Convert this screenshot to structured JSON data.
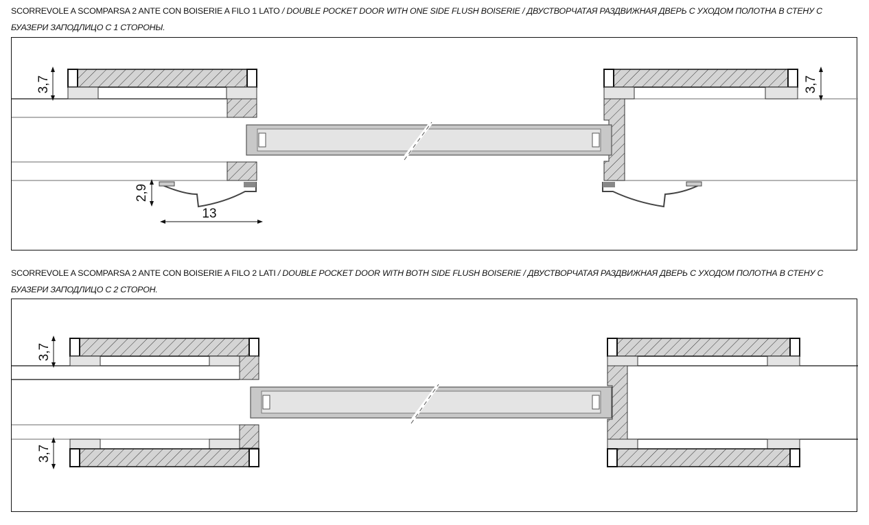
{
  "sections": [
    {
      "caption": {
        "italian": "SCORREVOLE A SCOMPARSA 2 ANTE CON BOISERIE A FILO 1 LATO",
        "sep1": " / ",
        "english": "DOUBLE POCKET DOOR WITH ONE SIDE FLUSH BOISERIE",
        "sep2": " / ",
        "russian": "ДВУСТВОРЧАТАЯ РАЗДВИЖНАЯ ДВЕРЬ С УХОДОМ ПОЛОТНА В СТЕНУ С БУАЗЕРИ ЗАПОДЛИЦО С 1 СТОРОНЫ."
      },
      "dimensions": {
        "left_panel_thickness": "3,7",
        "right_panel_thickness": "3,7",
        "handle_depth": "2,9",
        "handle_width": "13"
      }
    },
    {
      "caption": {
        "italian": "SCORREVOLE A SCOMPARSA 2 ANTE CON BOISERIE A FILO 2 LATI",
        "sep1": " / ",
        "english": "DOUBLE POCKET DOOR WITH BOTH SIDE FLUSH BOISERIE",
        "sep2": " / ",
        "russian": "ДВУСТВОРЧАТАЯ РАЗДВИЖНАЯ ДВЕРЬ С УХОДОМ ПОЛОТНА В СТЕНУ С БУАЗЕРИ ЗАПОДЛИЦО С 2 СТОРОН."
      },
      "dimensions": {
        "top_panel_thickness": "3,7",
        "bottom_panel_thickness": "3,7"
      }
    }
  ],
  "colors": {
    "hatch_fill": "#d4d4d4",
    "panel_fill": "#e4e4e4",
    "line": "#111111",
    "wall_line": "#888888"
  }
}
